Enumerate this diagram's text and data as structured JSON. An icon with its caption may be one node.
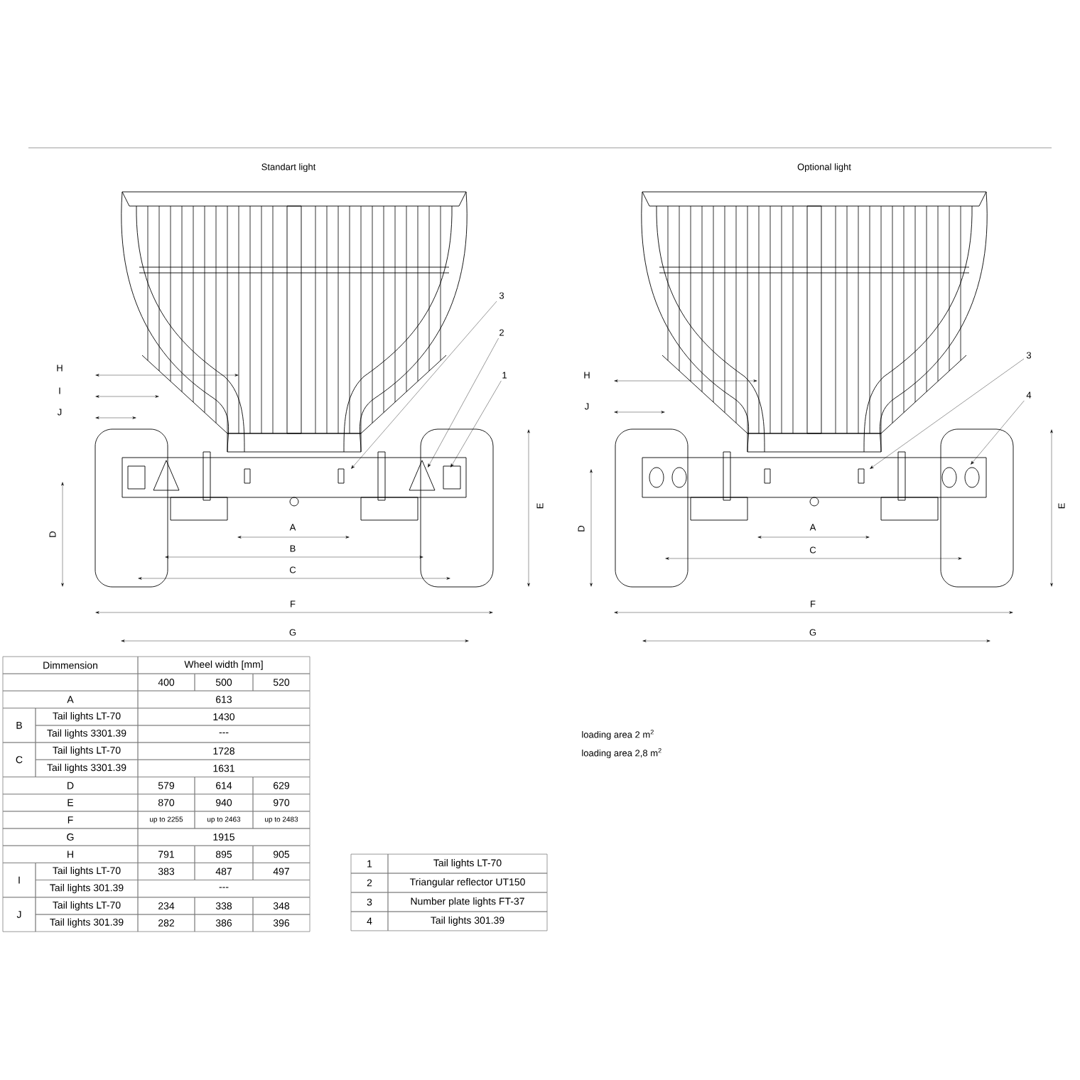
{
  "diagram": {
    "nodes": [
      {
        "text": [
          "3"
        ]
      },
      {
        "text": [
          "2"
        ]
      },
      {
        "text": [
          "1"
        ]
      },
      {
        "text": [
          "3"
        ]
      },
      {
        "text": [
          "4"
        ]
      }
    ],
    "edges": [
      {
        "from": 0,
        "to": null,
        "arrow": "to"
      },
      {
        "from": 1,
        "to": null,
        "arrow": "to"
      },
      {
        "from": 2,
        "to": null,
        "arrow": "to"
      },
      {
        "from": 3,
        "to": null,
        "arrow": "to"
      },
      {
        "from": 4,
        "to": null,
        "arrow": "to"
      }
    ],
    "labels": [
      "Standart light",
      "Optional light",
      "H",
      "I",
      "J",
      "E",
      "D",
      "A",
      "B",
      "C",
      "F",
      "G",
      "H",
      "J",
      "E",
      "D",
      "A",
      "C",
      "F",
      "G",
      "Dimmension",
      "Wheel width [mm]",
      "400",
      "500",
      "520",
      "A",
      "613",
      "B",
      "Tail lights LT-70",
      "1430",
      "Tail lights 3301.39",
      "---",
      "C",
      "Tail lights LT-70",
      "1728",
      "Tail lights 3301.39",
      "1631",
      "D",
      "579",
      "614",
      "629",
      "E",
      "870",
      "940",
      "970",
      "F",
      "up to 2255",
      "up to 2463",
      "up to 2483",
      "G",
      "1915",
      "H",
      "791",
      "895",
      "905",
      "I",
      "Tail lights LT-70",
      "383",
      "487",
      "497",
      "Tail lights 301.39",
      "---",
      "J",
      "Tail lights LT-70",
      "234",
      "338",
      "348",
      "Tail lights 301.39",
      "282",
      "386",
      "396",
      "1",
      "Tail lights LT-70",
      "2",
      "Triangular reflector UT150",
      "3",
      "Number plate lights FT-37",
      "4",
      "Tail lights 301.39",
      "loading area 2 m$^{2}$",
      "loading area 2,8 m$^{2}$"
    ]
  }
}
